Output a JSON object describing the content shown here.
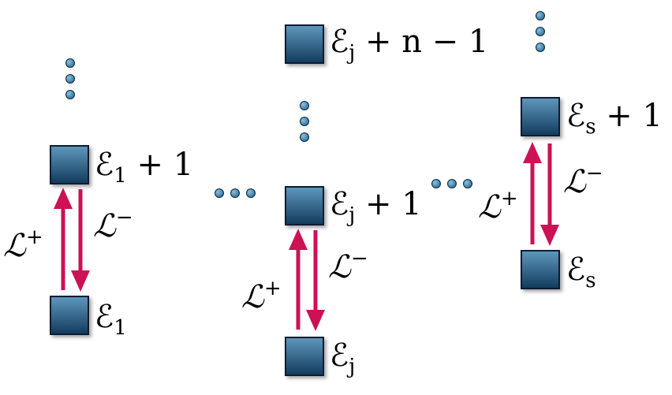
{
  "columns": [
    {
      "id": "col1",
      "lower_level": {
        "base": "ℰ",
        "sub": "1",
        "rest": ""
      },
      "upper_level": {
        "base": "ℰ",
        "sub": "1",
        "rest": " + 1"
      },
      "raise_label": {
        "base": "ℒ",
        "sup": "+"
      },
      "lower_label": {
        "base": "ℒ",
        "sup": "−"
      }
    },
    {
      "id": "colj",
      "lower_level": {
        "base": "ℰ",
        "sub": "j",
        "rest": ""
      },
      "upper_level": {
        "base": "ℰ",
        "sub": "j",
        "rest": " + 1"
      },
      "top_level": {
        "base": "ℰ",
        "sub": "j",
        "rest": " + n − 1"
      },
      "raise_label": {
        "base": "ℒ",
        "sup": "+"
      },
      "lower_label": {
        "base": "ℒ",
        "sup": "−"
      }
    },
    {
      "id": "cols",
      "lower_level": {
        "base": "ℰ",
        "sub": "s",
        "rest": ""
      },
      "upper_level": {
        "base": "ℰ",
        "sub": "s",
        "rest": " + 1"
      },
      "raise_label": {
        "base": "ℒ",
        "sup": "+"
      },
      "lower_label": {
        "base": "ℒ",
        "sup": "−"
      }
    }
  ],
  "colors": {
    "box_top": "#5f98bd",
    "box_bottom": "#123a5c",
    "box_border": "#0b1f33",
    "arrow": "#cc1155",
    "dot": "#2f6e96"
  }
}
